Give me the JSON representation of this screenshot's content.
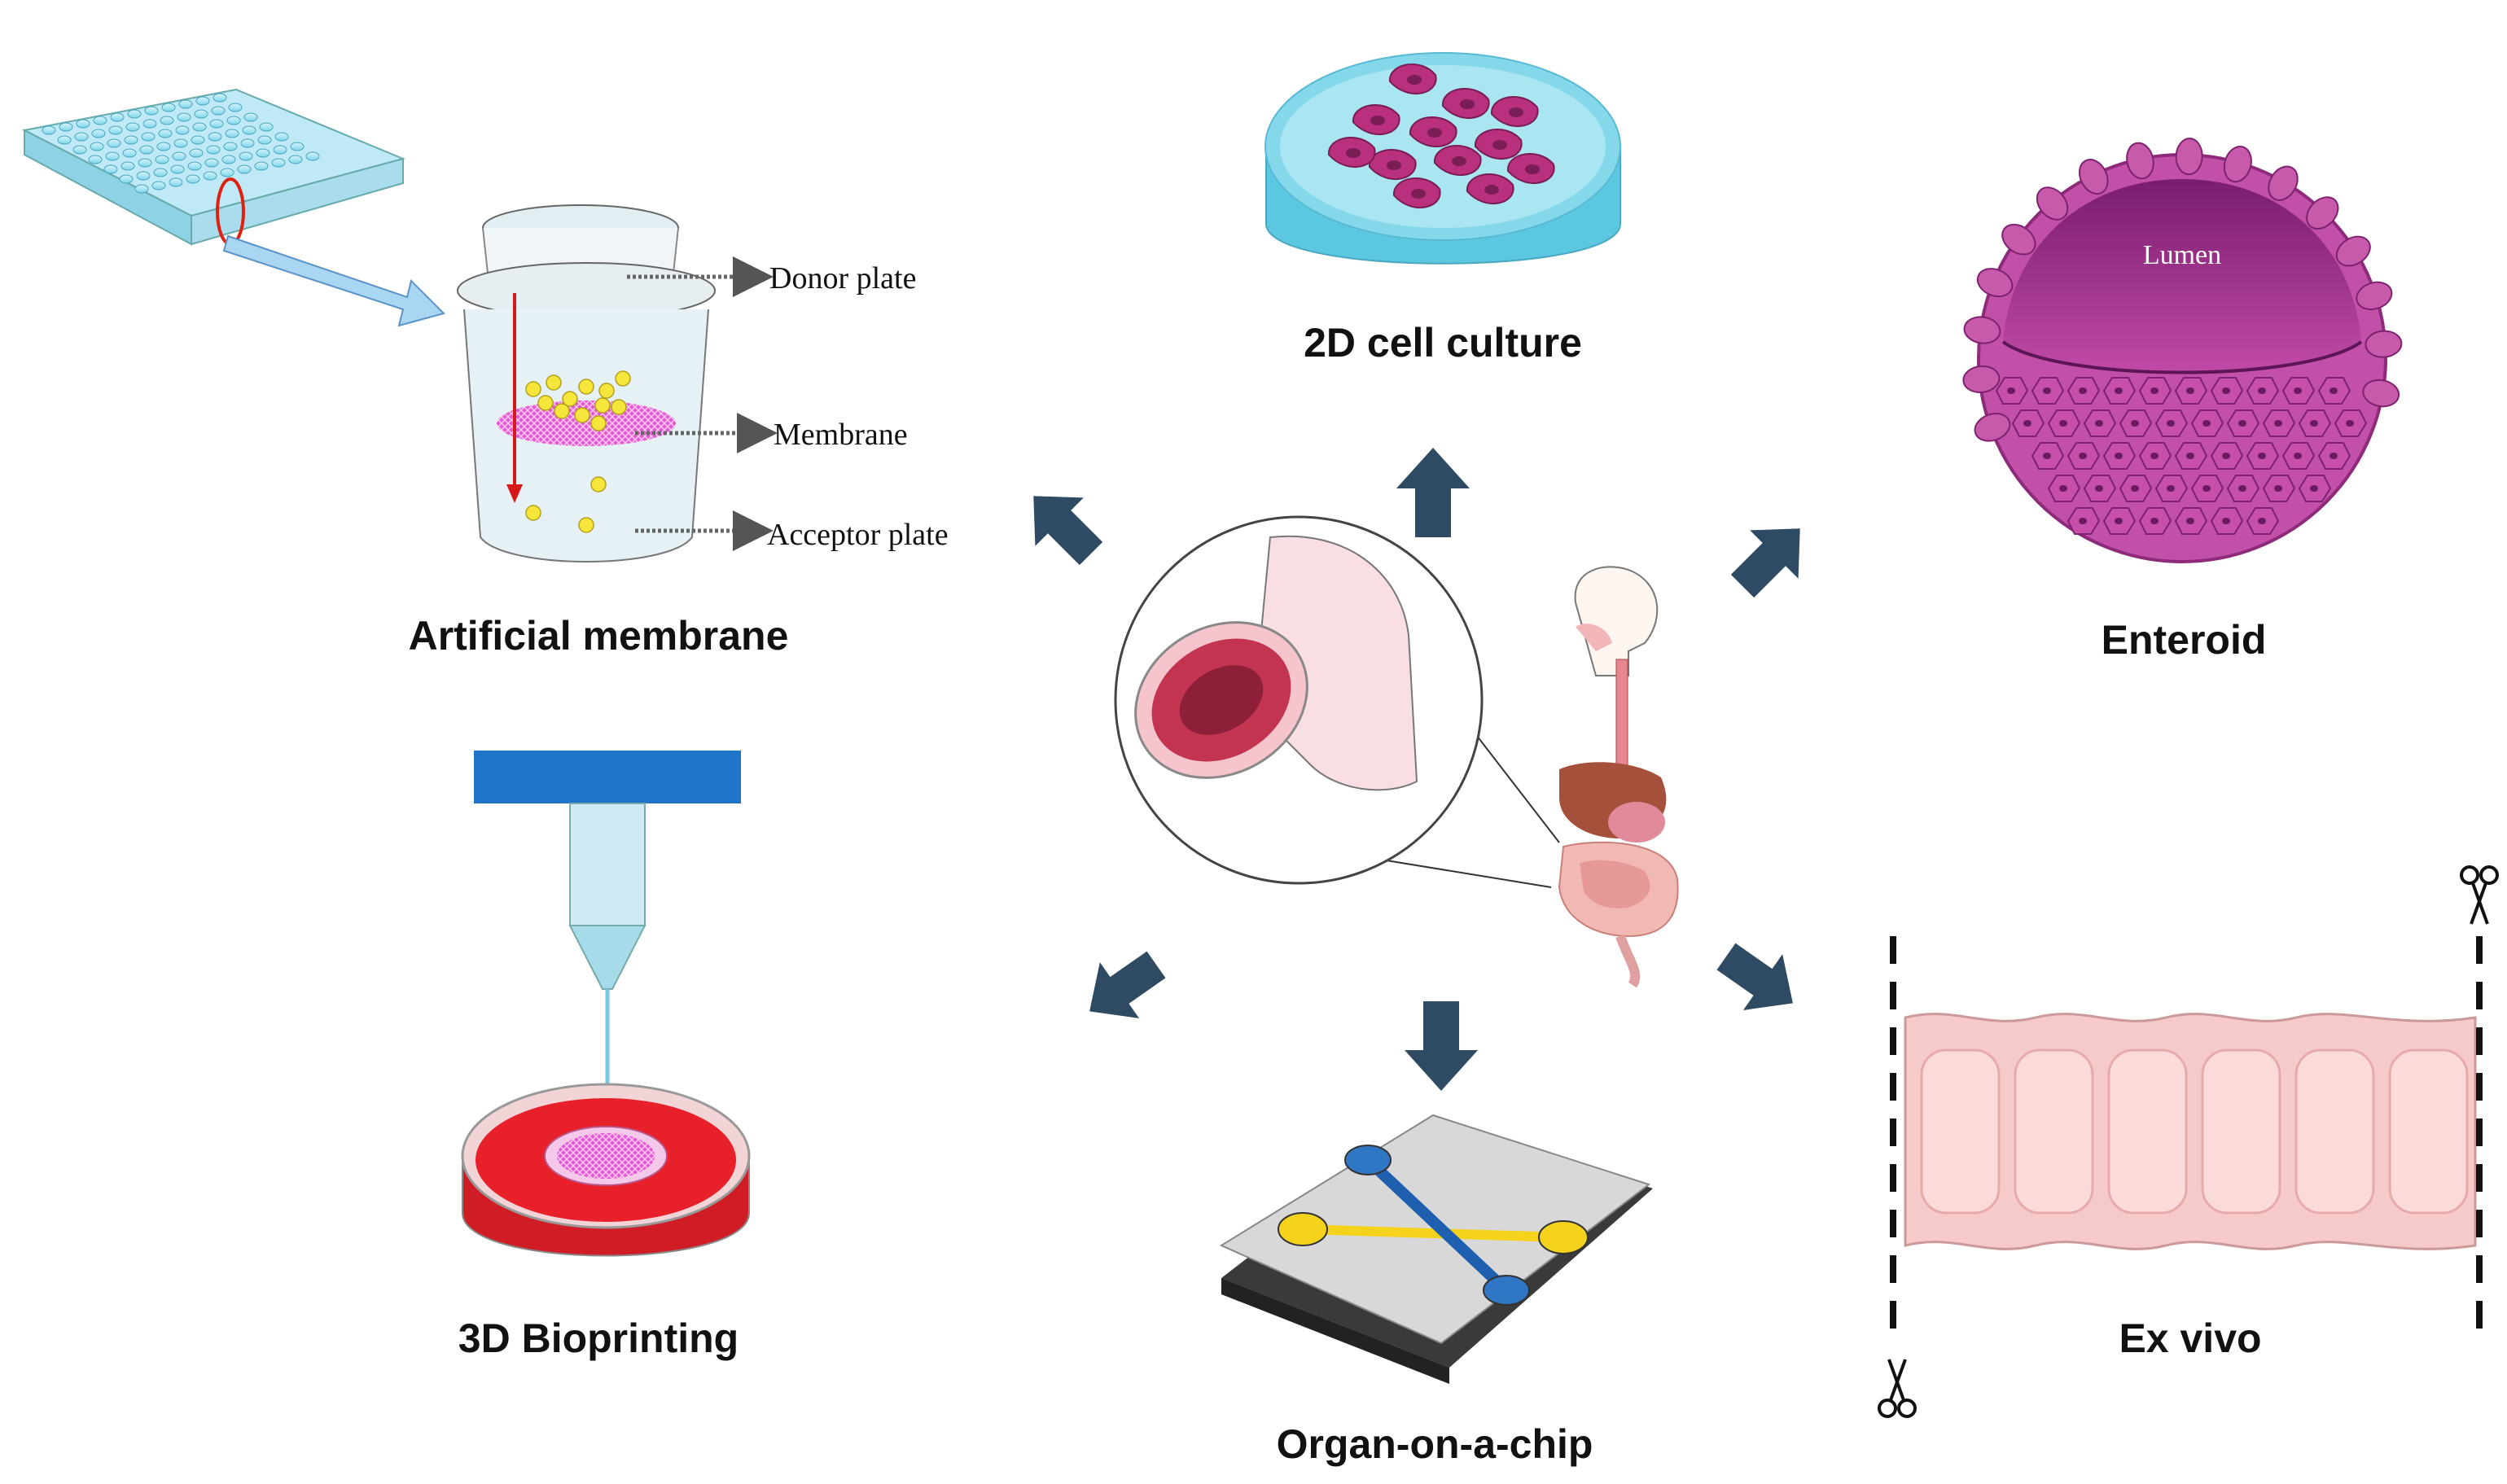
{
  "labels": {
    "artificial_membrane": "Artificial membrane",
    "cell_culture_2d": "2D cell culture",
    "enteroid": "Enteroid",
    "bioprinting_3d": "3D Bioprinting",
    "organ_on_chip": "Organ-on-a-chip",
    "ex_vivo": "Ex vivo"
  },
  "pampa": {
    "donor": "Donor plate",
    "membrane": "Membrane",
    "acceptor": "Acceptor plate"
  },
  "enteroid_inner": "Lumen",
  "colors": {
    "arrow": "#2f4a63",
    "well_blue": "#7fd6ec",
    "cell_magenta": "#b8307e",
    "enteroid_purple": "#9b2a86",
    "dish_red": "#e8202a",
    "chip_blue": "#1f5fb0",
    "chip_yellow": "#f5d21c",
    "tissue_pink": "#f6c9c9",
    "printer_bar": "#1f74c9"
  }
}
